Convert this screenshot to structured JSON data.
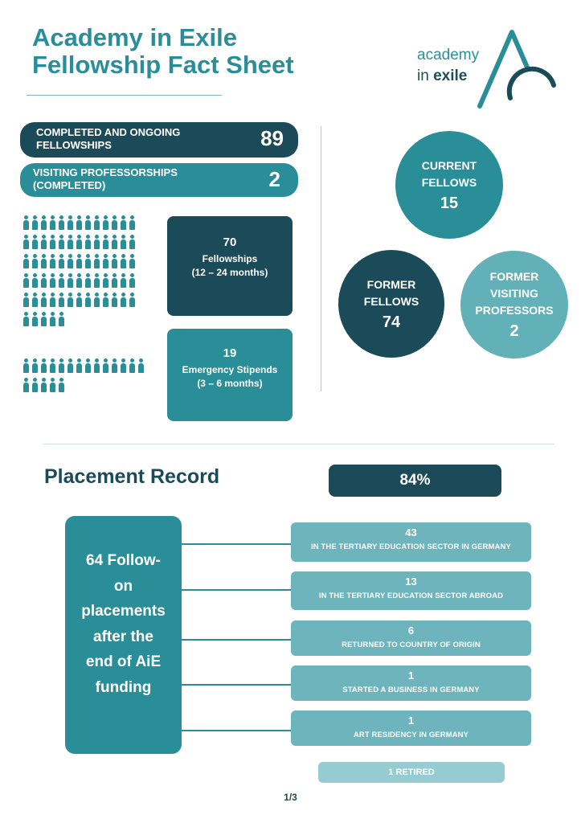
{
  "header": {
    "title_line1": "Academy in Exile",
    "title_line2": "Fellowship Fact Sheet",
    "logo_word1": "academy",
    "logo_word2a": "in",
    "logo_word2b": "exile"
  },
  "colors": {
    "dark": "#1b4a58",
    "teal": "#2a8e99",
    "light": "#6db4bc",
    "lighter": "#96cbd1"
  },
  "summary": {
    "completed_label": "COMPLETED AND ONGOING FELLOWSHIPS",
    "completed_value": "89",
    "visiting_label_line1": "VISITING PROFESSORSHIPS",
    "visiting_label_line2": "(COMPLETED)",
    "visiting_value": "2"
  },
  "breakdown": {
    "fellowships_count": "70",
    "fellowships_label": "Fellowships",
    "fellowships_duration": "(12 – 24 months)",
    "fellowship_people_icons": 70,
    "stipends_count": "19",
    "stipends_label": "Emergency Stipends",
    "stipends_duration": "(3 – 6 months)",
    "stipend_people_icons": 19,
    "person_icon": "person-icon"
  },
  "circles": {
    "current_line1": "CURRENT",
    "current_line2": "FELLOWS",
    "current_value": "15",
    "former_line1": "FORMER",
    "former_line2": "FELLOWS",
    "former_value": "74",
    "former_vp_line1": "FORMER",
    "former_vp_line2": "VISITING",
    "former_vp_line3": "PROFESSORS",
    "former_vp_value": "2"
  },
  "placement": {
    "heading": "Placement Record",
    "percent": "84%",
    "summary_lines": [
      "64 Follow-",
      "on",
      "placements",
      "after the",
      "end of AiE",
      "funding"
    ],
    "items": [
      {
        "count": "43",
        "label": "IN THE TERTIARY EDUCATION SECTOR IN GERMANY"
      },
      {
        "count": "13",
        "label": "IN THE TERTIARY EDUCATION SECTOR ABROAD"
      },
      {
        "count": "6",
        "label": "RETURNED TO COUNTRY OF ORIGIN"
      },
      {
        "count": "1",
        "label": "STARTED A BUSINESS IN GERMANY"
      },
      {
        "count": "1",
        "label": "ART RESIDENCY IN GERMANY"
      }
    ],
    "retired": "1 RETIRED"
  },
  "footer": {
    "page": "1/3"
  }
}
